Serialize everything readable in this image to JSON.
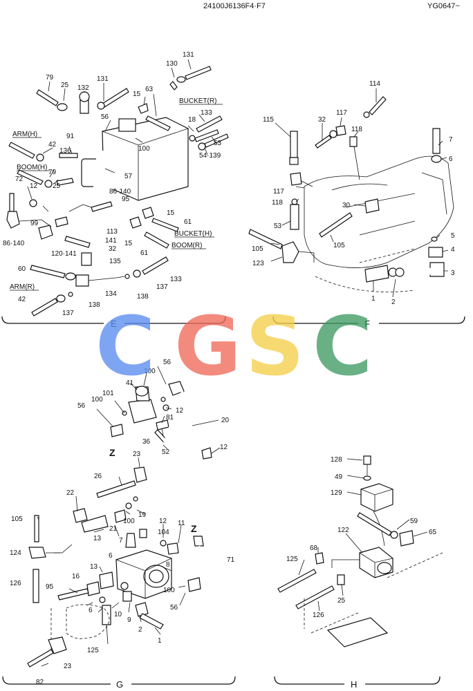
{
  "header": {
    "code": "24100J6136F4·F7",
    "ref": "YG0647~"
  },
  "sections": {
    "e": "E",
    "f": "F",
    "g": "G",
    "h": "H"
  },
  "watermark": {
    "letters": [
      "C",
      "G",
      "S",
      "C"
    ],
    "colors": [
      "#5b8def",
      "#ef6b5b",
      "#f5cf4a",
      "#3f9a63"
    ]
  },
  "markers": {
    "z1": "Z",
    "z2": "Z"
  },
  "labels_e": {
    "l79a": "79",
    "l25a": "25",
    "l132": "132",
    "l131a": "131",
    "l130": "130",
    "l131b": "131",
    "l63": "63",
    "l15a": "15",
    "l56a": "56",
    "l18": "18",
    "l133a": "133",
    "l53": "53",
    "l54_139": "54·139",
    "l100": "100",
    "l57": "57",
    "l91": "91",
    "l136": "136",
    "l42a": "42",
    "l79b": "79",
    "l25b": "25",
    "l72": "72",
    "l12": "12",
    "l86_140a": "86·140",
    "l95": "95",
    "l15b": "15",
    "l61a": "61",
    "l99": "99",
    "l86_140b": "86·140",
    "l113": "113",
    "l141": "141",
    "l120_141": "120·141",
    "l32": "32",
    "l15c": "15",
    "l61b": "61",
    "l135": "135",
    "l60": "60",
    "l133b": "133",
    "l137a": "137",
    "l134": "134",
    "l138a": "138",
    "l138b": "138",
    "l42b": "42",
    "l137b": "137",
    "arm_h": "ARM(H)",
    "boom_h": "BOOM(H)",
    "bucket_r": "BUCKET(R)",
    "bucket_h": "BUCKET(H)",
    "boom_r": "BOOM(R)",
    "arm_r": "ARM(R)"
  },
  "labels_f": {
    "l114": "114",
    "l115": "115",
    "l32": "32",
    "l117a": "117",
    "l118a": "118",
    "l7": "7",
    "l6": "6",
    "l117b": "117",
    "l118b": "118",
    "l30": "30",
    "l53": "53",
    "l105a": "105",
    "l105b": "105",
    "l123": "123",
    "l5": "5",
    "l4": "4",
    "l3": "3",
    "l1": "1",
    "l2": "2"
  },
  "labels_g": {
    "l56a": "56",
    "l100a": "100",
    "l41": "41",
    "l101": "101",
    "l100b": "100",
    "l12a": "12",
    "l56b": "56",
    "l81": "81",
    "l36": "36",
    "l52": "52",
    "l20": "20",
    "l12b": "12",
    "l23a": "23",
    "l26": "26",
    "l22": "22",
    "l105": "105",
    "l21": "21",
    "l100c": "100",
    "l19": "19",
    "l13a": "13",
    "l7": "7",
    "l12c": "12",
    "l104": "104",
    "l11": "11",
    "l124": "124",
    "l6a": "6",
    "l71": "71",
    "l13b": "13",
    "l8": "8",
    "l126": "126",
    "l16": "16",
    "l95": "95",
    "l100d": "100",
    "l6b": "6",
    "l10": "10",
    "l9": "9",
    "l2": "2",
    "l56c": "56",
    "l1": "1",
    "l125": "125",
    "l23b": "23",
    "l82": "82"
  },
  "labels_h": {
    "l128": "128",
    "l49": "49",
    "l129": "129",
    "l59": "59",
    "l65": "65",
    "l122": "122",
    "l68": "68",
    "l125": "125",
    "l25": "25",
    "l126": "126"
  }
}
